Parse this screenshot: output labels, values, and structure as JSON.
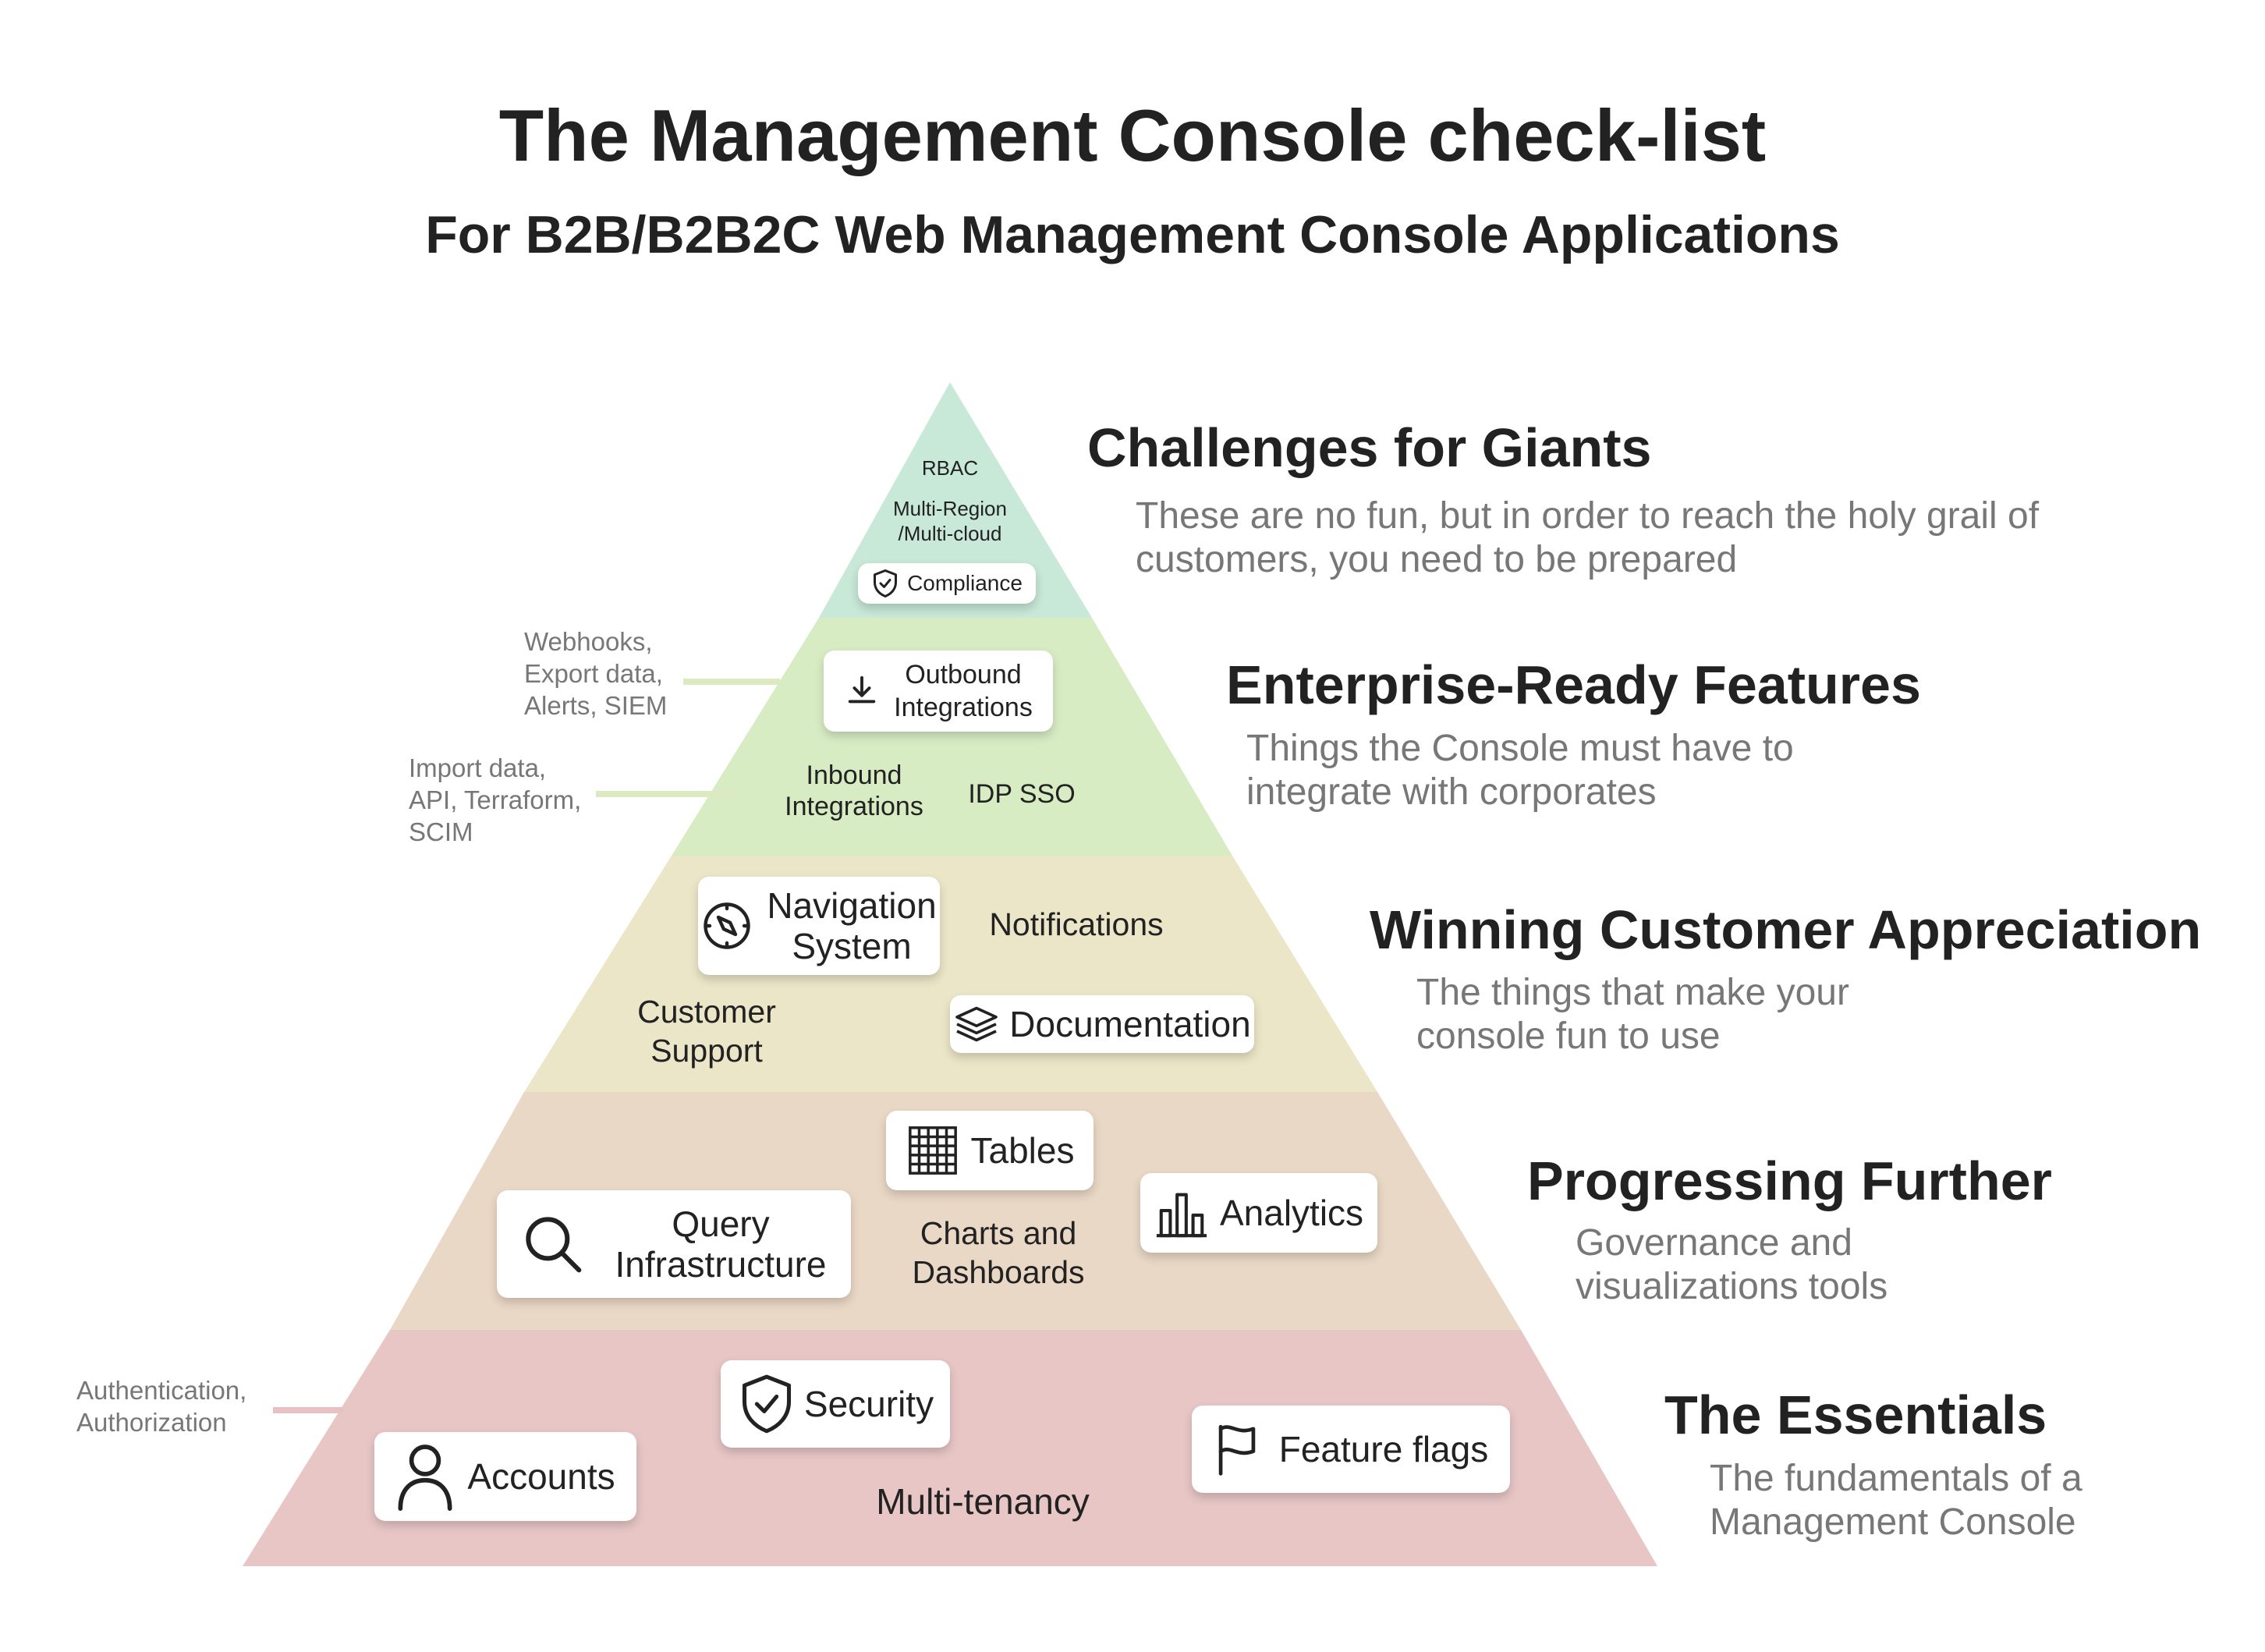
{
  "title": "The Management Console check-list",
  "subtitle": "For B2B/B2B2C Web Management Console Applications",
  "colors": {
    "tier1": "#c8e8d8",
    "tier2": "#d8ecc4",
    "tier3": "#ece6c8",
    "tier4": "#ead8c6",
    "tier5": "#e8c6c6",
    "note_line_green": "#dde9c0",
    "note_line_red": "#e6c2c2"
  },
  "tiers": [
    {
      "name": "Challenges for Giants",
      "description": "These are no fun, but in order to reach the holy grail of customers, you need to be prepared",
      "labels": [
        "RBAC",
        "Multi-Region\n/Multi-cloud"
      ],
      "cards": [
        {
          "label": "Compliance",
          "icon": "shield-check-icon"
        }
      ]
    },
    {
      "name": "Enterprise-Ready Features",
      "description": "Things the Console must have to integrate with corporates",
      "labels": [
        "Inbound\nIntegrations",
        "IDP SSO"
      ],
      "cards": [
        {
          "label": "Outbound\nIntegrations",
          "icon": "download-icon"
        }
      ],
      "notes": [
        "Webhooks,\nExport data,\nAlerts, SIEM",
        "Import data,\nAPI, Terraform,\nSCIM"
      ]
    },
    {
      "name": "Winning Customer Appreciation",
      "description": "The things that make your console fun to use",
      "labels": [
        "Notifications",
        "Customer\nSupport"
      ],
      "cards": [
        {
          "label": "Navigation\nSystem",
          "icon": "compass-icon"
        },
        {
          "label": "Documentation",
          "icon": "layers-icon"
        }
      ]
    },
    {
      "name": "Progressing Further",
      "description": "Governance and visualizations tools",
      "labels": [
        "Charts and\nDashboards"
      ],
      "cards": [
        {
          "label": "Tables",
          "icon": "table-icon"
        },
        {
          "label": "Query\nInfrastructure",
          "icon": "search-icon"
        },
        {
          "label": "Analytics",
          "icon": "bar-chart-icon"
        }
      ]
    },
    {
      "name": "The Essentials",
      "description": "The fundamentals of a Management Console",
      "labels": [
        "Multi-tenancy"
      ],
      "cards": [
        {
          "label": "Security",
          "icon": "shield-check-icon"
        },
        {
          "label": "Accounts",
          "icon": "user-icon"
        },
        {
          "label": "Feature flags",
          "icon": "flag-icon"
        }
      ],
      "notes": [
        "Authentication,\nAuthorization"
      ]
    }
  ]
}
